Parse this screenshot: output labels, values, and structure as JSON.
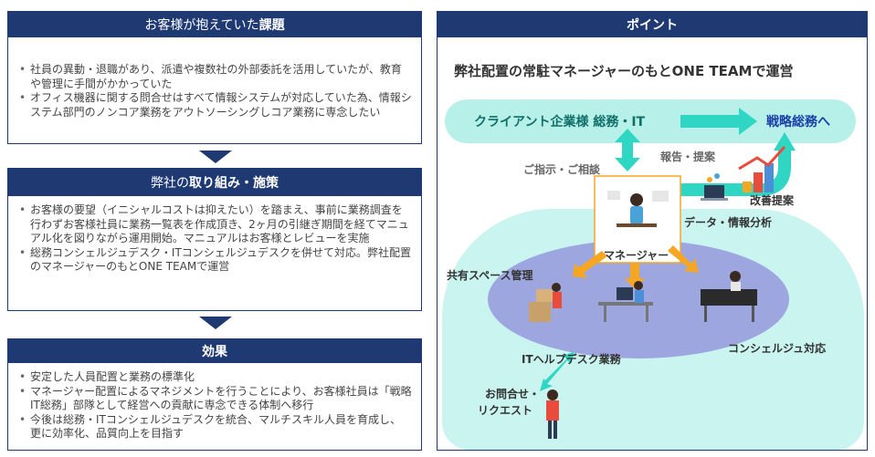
{
  "left": {
    "issues": {
      "title_pre": "お客様が抱えていた",
      "title_bold": "課題",
      "items": [
        "社員の異動・退職があり、派遣や複数社の外部委託を活用していたが、教育や管理に手間がかかっていた",
        "オフィス機器に関する問合せはすべて情報システムが対応していた為、情報システム部門のノンコア業務をアウトソーシングしコア業務に専念したい"
      ]
    },
    "approach": {
      "title_pre": "弊社の",
      "title_bold": "取り組み・施策",
      "items": [
        "お客様の要望（イニシャルコストは抑えたい）を踏まえ、事前に業務調査を行わずお客様社員に業務一覧表を作成頂き、2ヶ月の引継ぎ期間を経てマニュアル化を図りながら運用開始。マニュアルはお客様とレビューを実施",
        "総務コンシェルジュデスク・ITコンシェルジュデスクを併せて対応。弊社配置のマネージャーのもとONE TEAMで運営"
      ]
    },
    "effects": {
      "title_bold": "効果",
      "items": [
        "安定した人員配置と業務の標準化",
        "マネージャー配置によるマネジメントを行うことにより、お客様社員は「戦略IT総務」部隊として経営への貢献に専念できる体制へ移行",
        "今後は総務・ITコンシェルジュデスクを統合、マルチスキル人員を育成し、更に効率化、品質向上を目指す"
      ]
    }
  },
  "right": {
    "header": "ポイント",
    "headline": "弊社配置の常駐マネージャーのもとONE TEAMで運営",
    "client": "クライアント企業様 総務・IT",
    "strategy": "戦略総務へ",
    "instruct": "ご指示・ご相談",
    "report": "報告・提案",
    "improve": "改善提案",
    "analysis": "データ・情報分析",
    "manager": "マネージャー",
    "shared_space": "共有スペース管理",
    "it_help": "ITヘルプデスク業務",
    "concierge": "コンシェルジュ対応",
    "inquiry_line1": "お問合せ・",
    "inquiry_line2": "リクエスト"
  },
  "colors": {
    "navy": "#1f3a73",
    "teal": "#2fd6c3",
    "light_teal": "#c9f4ef",
    "orange": "#f5a623",
    "ellipse": "#9ea6e0"
  }
}
